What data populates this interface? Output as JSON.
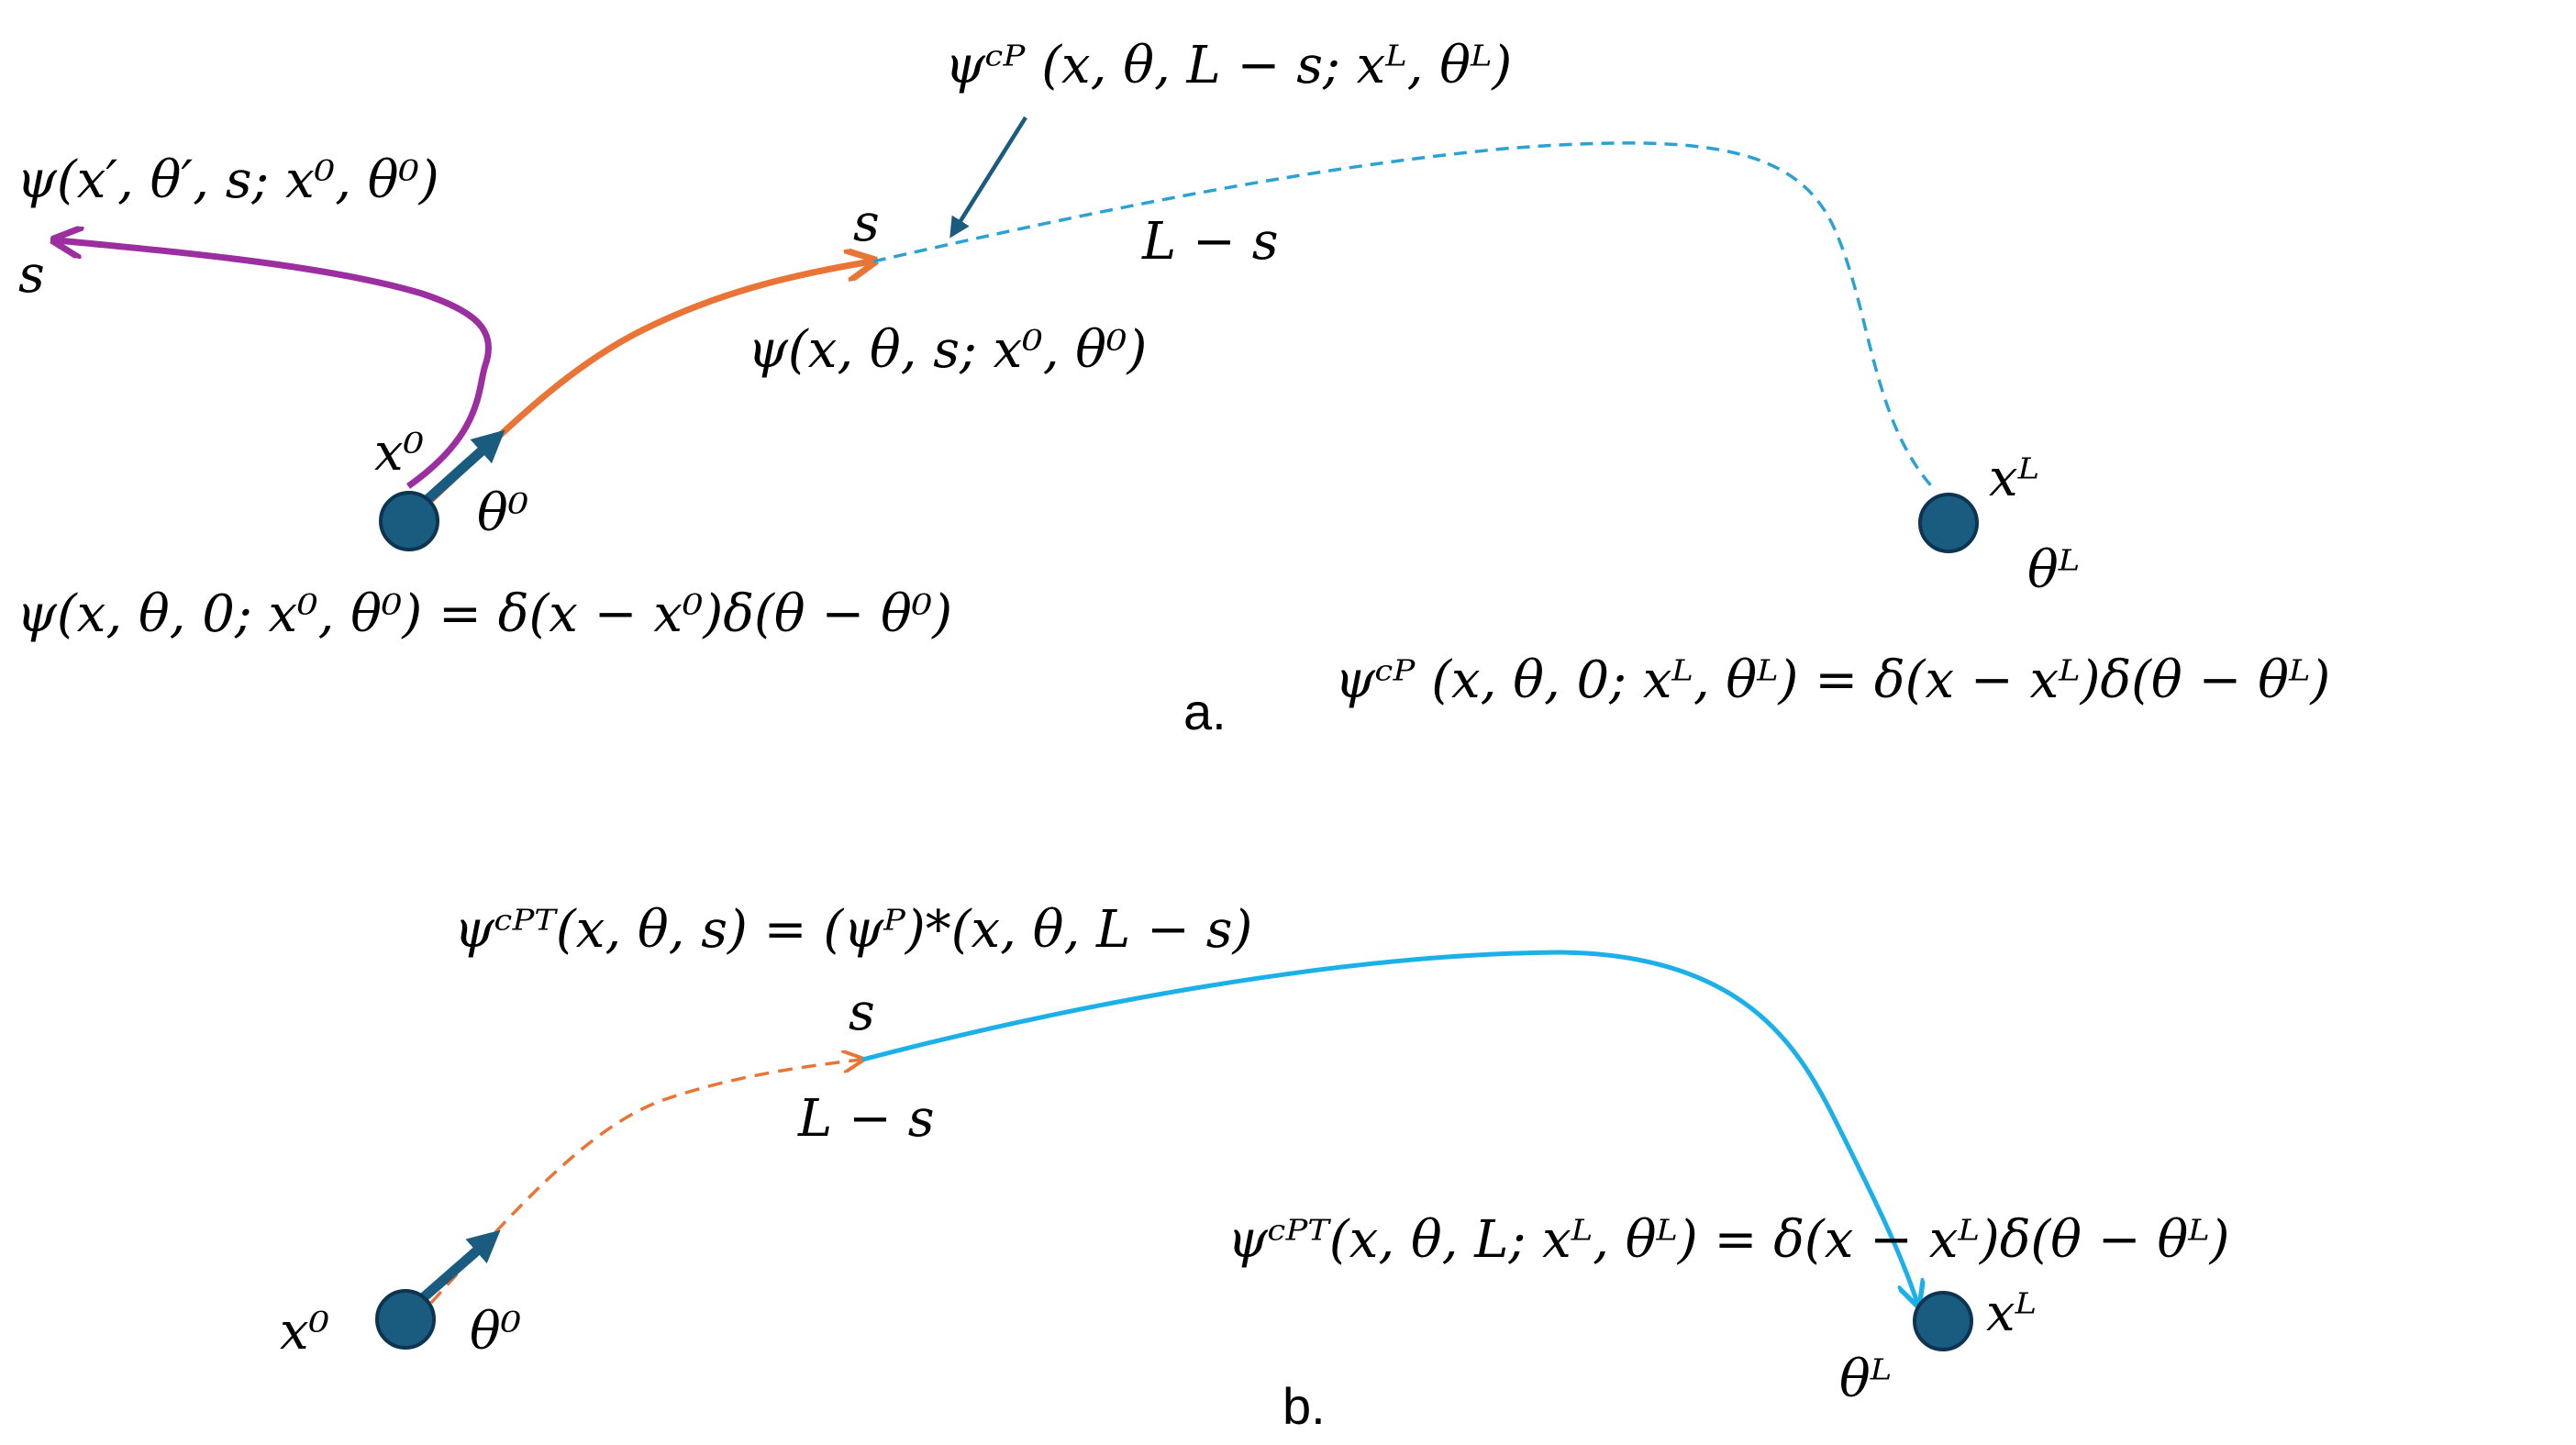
{
  "panel_a": {
    "label": "a.",
    "eq_init_forward": "ψ(x, θ, 0; x⁰, θ⁰) = δ(x − x⁰)δ(θ − θ⁰)",
    "eq_init_conjugate": "ψᶜᴾ (x, θ, 0; xᴸ, θᴸ) = δ(x − xᴸ)δ(θ − θᴸ)",
    "label_forward_alt": "ψ(x′, θ′, s; x⁰, θ⁰)",
    "label_forward": "ψ(x, θ, s; x⁰, θ⁰)",
    "label_conjugate": "ψᶜᴾ (x, θ, L − s; xᴸ, θᴸ)",
    "s_alt": "s",
    "s_mid": "s",
    "l_minus_s": "L − s",
    "x0": "x⁰",
    "theta0": "θ⁰",
    "xL": "xᴸ",
    "thetaL": "θᴸ"
  },
  "panel_b": {
    "label": "b.",
    "eq_cpt": "ψᶜᴾᵀ(x, θ, s) = (ψᴾ)*(x, θ, L − s)",
    "eq_cpt_end": "ψᶜᴾᵀ(x, θ, L; xᴸ, θᴸ) = δ(x − xᴸ)δ(θ − θᴸ)",
    "s_mid": "s",
    "l_minus_s": "L − s",
    "x0": "x⁰",
    "theta0": "θ⁰",
    "xL": "xᴸ",
    "thetaL": "θᴸ"
  },
  "colors": {
    "node": "#1a5b80",
    "node_stroke": "#0d3450",
    "direction_arrow": "#1a5b80",
    "forward_path": "#ea7436",
    "alt_path": "#9b2fa0",
    "conjugate_dashed": "#2aa2d4",
    "cpt_path": "#1cb0e8"
  }
}
